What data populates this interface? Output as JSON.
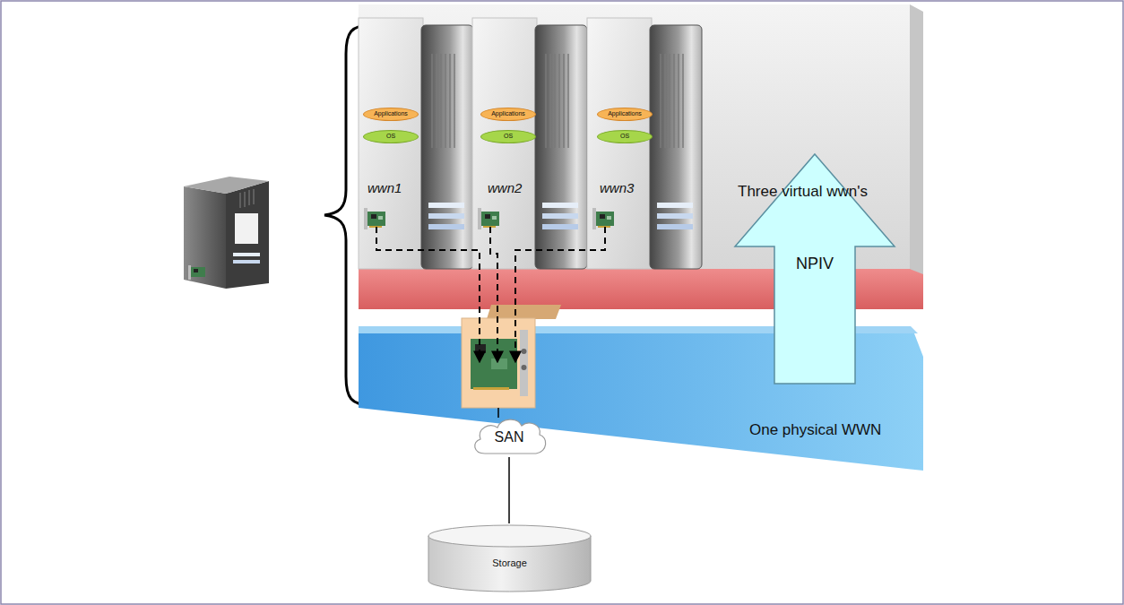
{
  "diagram": {
    "nodes": [
      {
        "text": [
          "wwn1"
        ]
      },
      {
        "text": [
          "Applications"
        ],
        "in": 0
      },
      {
        "text": [
          "OS"
        ],
        "in": 0
      },
      {
        "text": [
          "wwn2"
        ]
      },
      {
        "text": [
          "Applications"
        ],
        "in": 3
      },
      {
        "text": [
          "OS"
        ],
        "in": 3
      },
      {
        "text": [
          "wwn3"
        ]
      },
      {
        "text": [
          "Applications"
        ],
        "in": 6
      },
      {
        "text": [
          "OS"
        ],
        "in": 6
      },
      {
        "text": [
          "NPIV"
        ]
      },
      {
        "text": [
          "SAN"
        ]
      },
      {
        "text": [
          "Storage"
        ]
      }
    ],
    "edges": [
      {
        "from": 10,
        "to": 11,
        "arrow": "none"
      }
    ],
    "labels": [
      "Three virtual wwn's",
      "One physical WWN"
    ]
  }
}
